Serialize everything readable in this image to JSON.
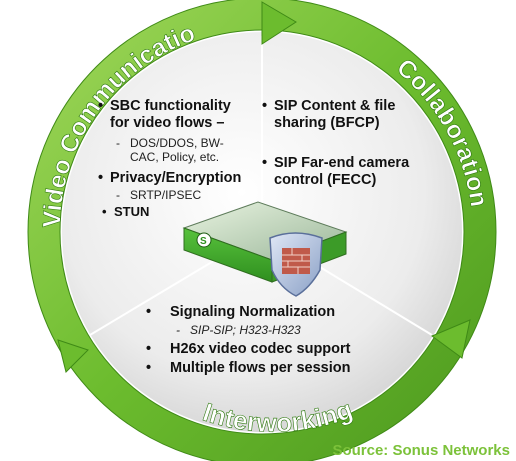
{
  "ring_labels": {
    "video_communications": "Video Communications",
    "collaboration": "Collaboration",
    "interworking": "Interworking"
  },
  "video_section": {
    "item1_line1": "SBC functionality",
    "item1_line2": "for video flows –",
    "sub1_line1": "DOS/DDOS, BW-",
    "sub1_line2": "CAC, Policy, etc.",
    "item2": "Privacy/Encryption",
    "sub2": "SRTP/IPSEC",
    "item3": "STUN"
  },
  "collab_section": {
    "item1_line1": "SIP Content & file",
    "item1_line2": "sharing (BFCP)",
    "item2_line1": "SIP Far-end camera",
    "item2_line2": "control (FECC)"
  },
  "interwork_section": {
    "item1": "Signaling Normalization",
    "sub1": "SIP-SIP; H323-H323",
    "item2": "H26x video codec support",
    "item3": "Multiple flows per session"
  },
  "source": "Source: Sonus Networks",
  "colors": {
    "ring": "#5fb32a",
    "ring_light": "#9fd65a",
    "center": "#e6e6e6",
    "source_text": "#7cc23a"
  },
  "icons": [
    "sbc-appliance-icon",
    "firewall-shield-icon",
    "circular-arrow-icon"
  ]
}
